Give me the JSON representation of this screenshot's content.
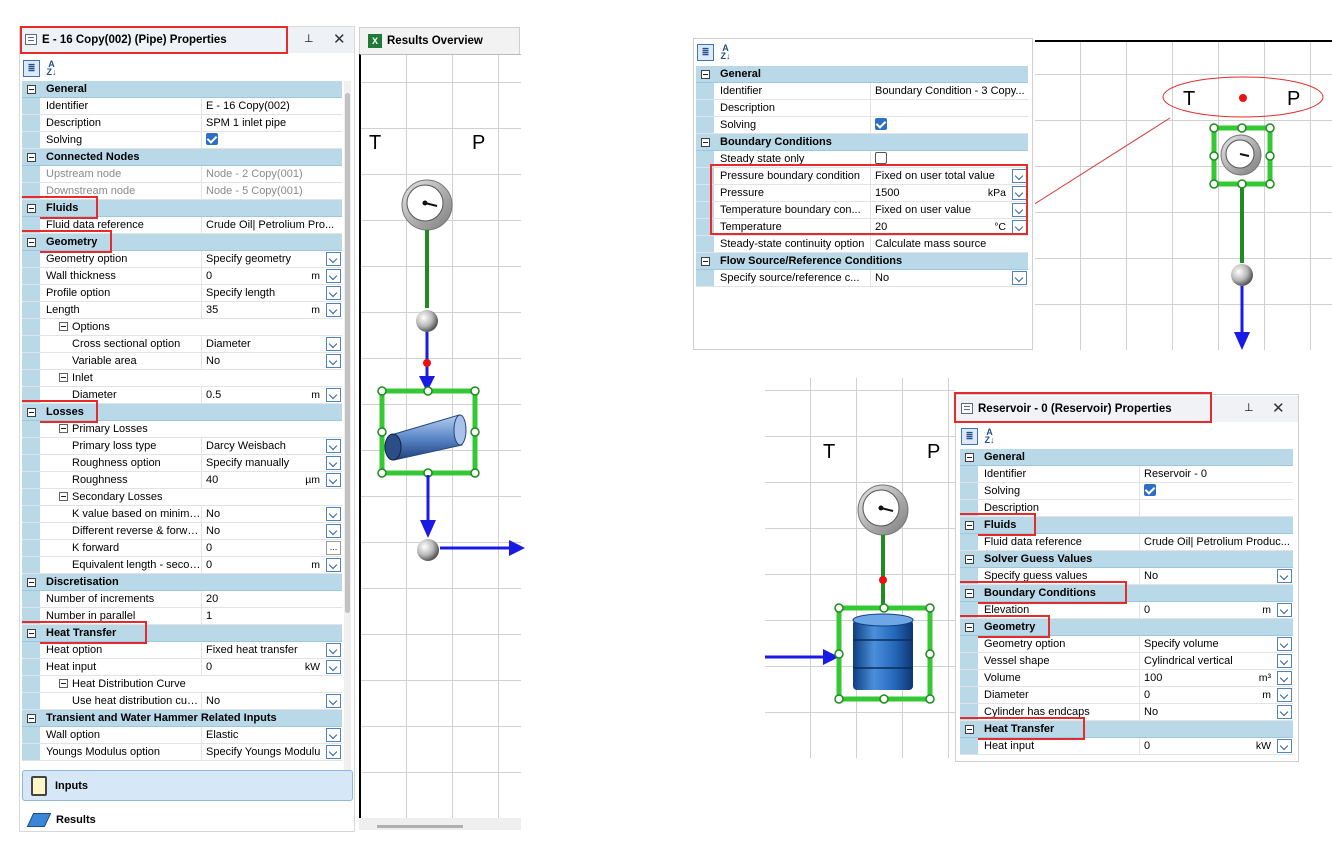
{
  "left_panel": {
    "title": "E - 16 Copy(002) (Pipe) Properties",
    "pin_icon": "pin-icon",
    "close_icon": "close-icon",
    "tab_results_overview": "Results Overview",
    "rows": [
      {
        "t": "cat",
        "label": "General"
      },
      {
        "t": "p",
        "label": "Identifier",
        "value": "E - 16 Copy(002)"
      },
      {
        "t": "p",
        "label": "Description",
        "value": "SPM 1 inlet pipe"
      },
      {
        "t": "p",
        "label": "Solving",
        "check": true
      },
      {
        "t": "cat",
        "label": "Connected Nodes"
      },
      {
        "t": "p",
        "label": "Upstream node",
        "value": "Node - 2 Copy(001)",
        "disabled": true
      },
      {
        "t": "p",
        "label": "Downstream node",
        "value": "Node - 5 Copy(001)",
        "disabled": true
      },
      {
        "t": "cat",
        "label": "Fluids",
        "red": true
      },
      {
        "t": "p",
        "label": "Fluid data reference",
        "value": "Crude Oil| Petrolium Pro..."
      },
      {
        "t": "cat",
        "label": "Geometry",
        "red": true
      },
      {
        "t": "p",
        "label": "Geometry option",
        "value": "Specify geometry",
        "dd": true
      },
      {
        "t": "p",
        "label": "Wall thickness",
        "value": "0",
        "unit": "m",
        "dd": true
      },
      {
        "t": "p",
        "label": "Profile option",
        "value": "Specify length",
        "dd": true
      },
      {
        "t": "p",
        "label": "Length",
        "value": "35",
        "unit": "m",
        "dd": true
      },
      {
        "t": "sub",
        "label": "Options",
        "indent": 1
      },
      {
        "t": "p",
        "label": "Cross sectional option",
        "value": "Diameter",
        "dd": true,
        "indent": 2
      },
      {
        "t": "p",
        "label": "Variable area",
        "value": "No",
        "dd": true,
        "indent": 2
      },
      {
        "t": "sub",
        "label": "Inlet",
        "indent": 1
      },
      {
        "t": "p",
        "label": "Diameter",
        "value": "0.5",
        "unit": "m",
        "dd": true,
        "indent": 2
      },
      {
        "t": "cat",
        "label": "Losses",
        "red": true
      },
      {
        "t": "sub",
        "label": "Primary Losses",
        "indent": 1
      },
      {
        "t": "p",
        "label": "Primary loss type",
        "value": "Darcy Weisbach",
        "dd": true,
        "indent": 2
      },
      {
        "t": "p",
        "label": "Roughness option",
        "value": "Specify manually",
        "dd": true,
        "indent": 2
      },
      {
        "t": "p",
        "label": "Roughness",
        "value": "40",
        "unit": "µm",
        "dd": true,
        "indent": 2
      },
      {
        "t": "sub",
        "label": "Secondary Losses",
        "indent": 1
      },
      {
        "t": "p",
        "label": "K value based on minimum...",
        "value": "No",
        "dd": true,
        "indent": 2
      },
      {
        "t": "p",
        "label": "Different reverse & forwa...",
        "value": "No",
        "dd": true,
        "indent": 2
      },
      {
        "t": "p",
        "label": "K forward",
        "value": "0",
        "ell": true,
        "indent": 2
      },
      {
        "t": "p",
        "label": "Equivalent length - second...",
        "value": "0",
        "unit": "m",
        "dd": true,
        "indent": 2
      },
      {
        "t": "cat",
        "label": "Discretisation"
      },
      {
        "t": "p",
        "label": "Number of increments",
        "value": "20"
      },
      {
        "t": "p",
        "label": "Number in parallel",
        "value": "1"
      },
      {
        "t": "cat",
        "label": "Heat Transfer",
        "red": true
      },
      {
        "t": "p",
        "label": "Heat option",
        "value": "Fixed heat transfer",
        "dd": true
      },
      {
        "t": "p",
        "label": "Heat input",
        "value": "0",
        "unit": "kW",
        "dd": true
      },
      {
        "t": "sub",
        "label": "Heat Distribution Curve",
        "indent": 1
      },
      {
        "t": "p",
        "label": "Use heat distribution curve",
        "value": "No",
        "dd": true,
        "indent": 2
      },
      {
        "t": "cat",
        "label": "Transient and Water Hammer Related Inputs"
      },
      {
        "t": "p",
        "label": "Wall option",
        "value": "Elastic",
        "dd": true
      },
      {
        "t": "p",
        "label": "Youngs Modulus option",
        "value": "Specify Youngs Modulu",
        "dd": true
      }
    ],
    "nav_inputs": "Inputs",
    "nav_results": "Results"
  },
  "diagram_labels": {
    "t": "T",
    "p": "P"
  },
  "top_right_panel": {
    "rows": [
      {
        "t": "cat",
        "label": "General"
      },
      {
        "t": "p",
        "label": "Identifier",
        "value": "Boundary Condition - 3 Copy..."
      },
      {
        "t": "p",
        "label": "Description",
        "value": ""
      },
      {
        "t": "p",
        "label": "Solving",
        "check": true
      },
      {
        "t": "cat",
        "label": "Boundary Conditions"
      },
      {
        "t": "p",
        "label": "Steady state only",
        "check": false
      },
      {
        "t": "p",
        "label": "Pressure boundary condition",
        "value": "Fixed on user total value",
        "dd": true
      },
      {
        "t": "p",
        "label": "Pressure",
        "value": "1500",
        "unit": "kPa",
        "dd": true
      },
      {
        "t": "p",
        "label": "Temperature boundary con...",
        "value": "Fixed on user value",
        "dd": true
      },
      {
        "t": "p",
        "label": "Temperature",
        "value": "20",
        "unit": "°C",
        "dd": true
      },
      {
        "t": "p",
        "label": "Steady-state continuity option",
        "value": "Calculate mass source"
      },
      {
        "t": "cat",
        "label": "Flow Source/Reference Conditions"
      },
      {
        "t": "p",
        "label": "Specify source/reference c...",
        "value": "No",
        "dd": true
      }
    ]
  },
  "bottom_right_panel": {
    "title": "Reservoir - 0 (Reservoir) Properties",
    "rows": [
      {
        "t": "cat",
        "label": "General"
      },
      {
        "t": "p",
        "label": "Identifier",
        "value": "Reservoir - 0"
      },
      {
        "t": "p",
        "label": "Solving",
        "check": true
      },
      {
        "t": "p",
        "label": "Description",
        "value": ""
      },
      {
        "t": "cat",
        "label": "Fluids",
        "red": true
      },
      {
        "t": "p",
        "label": "Fluid data reference",
        "value": "Crude Oil| Petrolium Produc..."
      },
      {
        "t": "cat",
        "label": "Solver Guess Values"
      },
      {
        "t": "p",
        "label": "Specify guess values",
        "value": "No",
        "dd": true
      },
      {
        "t": "cat",
        "label": "Boundary Conditions",
        "red": true
      },
      {
        "t": "p",
        "label": "Elevation",
        "value": "0",
        "unit": "m",
        "dd": true
      },
      {
        "t": "cat",
        "label": "Geometry",
        "red": true
      },
      {
        "t": "p",
        "label": "Geometry option",
        "value": "Specify volume",
        "dd": true
      },
      {
        "t": "p",
        "label": "Vessel shape",
        "value": "Cylindrical vertical",
        "dd": true
      },
      {
        "t": "p",
        "label": "Volume",
        "value": "100",
        "unit": "m³",
        "dd": true
      },
      {
        "t": "p",
        "label": "Diameter",
        "value": "0",
        "unit": "m",
        "dd": true
      },
      {
        "t": "p",
        "label": "Cylinder has endcaps",
        "value": "No",
        "dd": true
      },
      {
        "t": "cat",
        "label": "Heat Transfer",
        "red": true
      },
      {
        "t": "p",
        "label": "Heat input",
        "value": "0",
        "unit": "kW",
        "dd": true
      }
    ]
  },
  "colors": {
    "category_bg": "#b9d9e8",
    "highlight": "#e52b2b",
    "pipe_green": "#1e8c1e",
    "arrow_blue": "#1a1ae6",
    "selection_green": "#34c934"
  }
}
